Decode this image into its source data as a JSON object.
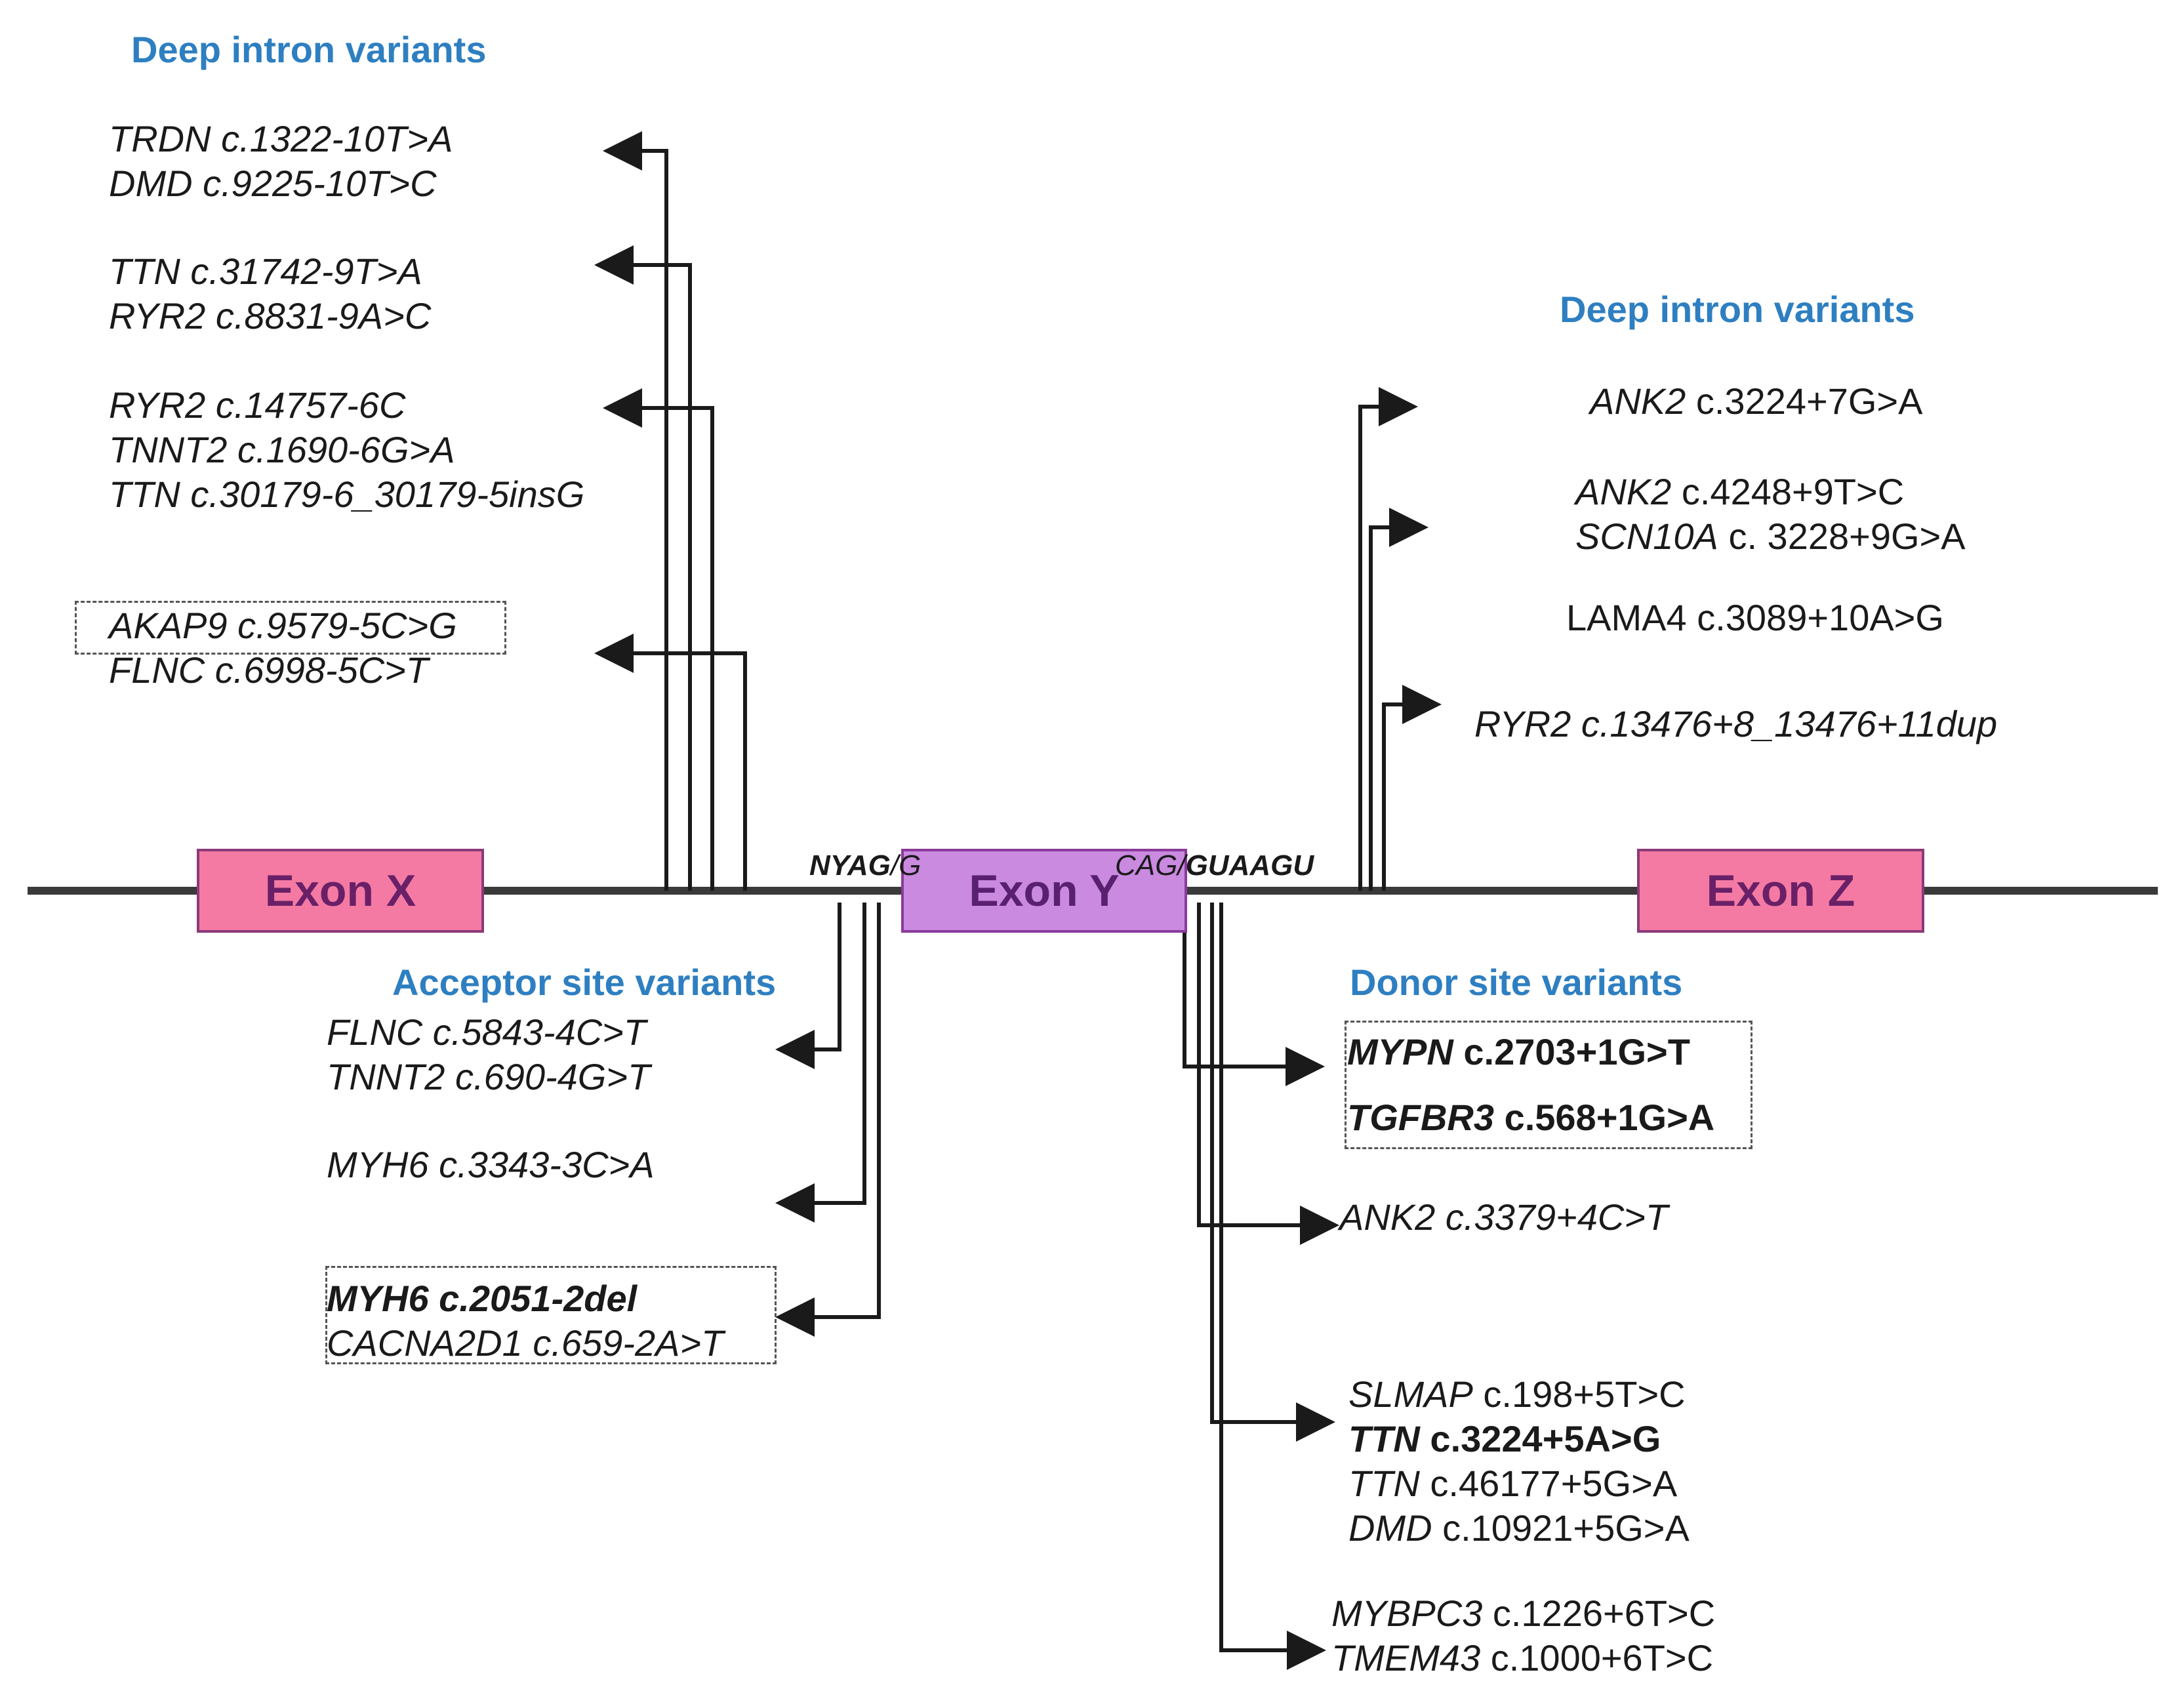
{
  "headings": {
    "deep_left": "Deep intron variants",
    "deep_right": "Deep intron variants",
    "acceptor": "Acceptor site variants",
    "donor": "Donor site variants"
  },
  "exons": {
    "x": "Exon X",
    "y": "Exon Y",
    "z": "Exon Z"
  },
  "splice": {
    "acceptor_bold": "NYAG",
    "acceptor_plain": "/G",
    "donor_plain": "CAG/",
    "donor_bold": "GUAAGU"
  },
  "deep_left_variants": [
    {
      "gene": "TRDN",
      "change": "c.1322-10T>A",
      "style": "it"
    },
    {
      "gene": "DMD",
      "change": "c.9225-10T>C",
      "style": "it"
    },
    {
      "gene": "TTN",
      "change": "c.31742-9T>A",
      "style": "it"
    },
    {
      "gene": "RYR2",
      "change": "c.8831-9A>C",
      "style": "it"
    },
    {
      "gene": "RYR2",
      "change": "c.14757-6C",
      "style": "it"
    },
    {
      "gene": "TNNT2",
      "change": "c.1690-6G>A",
      "style": "it"
    },
    {
      "gene": "TTN",
      "change": "c.30179-6_30179-5insG",
      "style": "it"
    },
    {
      "gene": "AKAP9",
      "change": "c.9579-5C>G",
      "style": "it"
    },
    {
      "gene": "FLNC",
      "change": "c.6998-5C>T",
      "style": "it"
    }
  ],
  "deep_right_variants": [
    {
      "gene": "ANK2",
      "change": "c.3224+7G>A",
      "style": "gene-it"
    },
    {
      "gene": "ANK2",
      "change": "c.4248+9T>C",
      "style": "gene-it"
    },
    {
      "gene": "SCN10A",
      "change": "c. 3228+9G>A",
      "style": "gene-it"
    },
    {
      "gene": "LAMA4",
      "change": "c.3089+10A>G",
      "style": "plain"
    },
    {
      "gene": "RYR2",
      "change": "c.13476+8_13476+11dup",
      "style": "it"
    }
  ],
  "acceptor_variants": [
    {
      "gene": "FLNC",
      "change": "c.5843-4C>T",
      "style": "it"
    },
    {
      "gene": "TNNT2",
      "change": "c.690-4G>T",
      "style": "it"
    },
    {
      "gene": "MYH6",
      "change": "c.3343-3C>A",
      "style": "it"
    },
    {
      "gene": "MYH6",
      "change": "c.2051-2del",
      "style": "it-bold"
    },
    {
      "gene": "CACNA2D1",
      "change": "c.659-2A>T",
      "style": "it"
    }
  ],
  "donor_variants": [
    {
      "gene": "MYPN",
      "change": "c.2703+1G>T",
      "style": "bold-gene-it"
    },
    {
      "gene": "TGFBR3",
      "change": "c.568+1G>A",
      "style": "bold-gene-it"
    },
    {
      "gene": "ANK2",
      "change": "c.3379+4C>T",
      "style": "it"
    },
    {
      "gene": "SLMAP",
      "change": "c.198+5T>C",
      "style": "gene-it"
    },
    {
      "gene": "TTN",
      "change": "c.3224+5A>G",
      "style": "bold-gene-it"
    },
    {
      "gene": "TTN",
      "change": "c.46177+5G>A",
      "style": "gene-it"
    },
    {
      "gene": "DMD",
      "change": "c.10921+5G>A",
      "style": "gene-it"
    },
    {
      "gene": "MYBPC3",
      "change": "c.1226+6T>C",
      "style": "gene-it"
    },
    {
      "gene": "TMEM43",
      "change": "c.1000+6T>C",
      "style": "gene-it"
    }
  ],
  "colors": {
    "heading": "#2e7fc1",
    "exon_pink": "#f47aa4",
    "exon_purple": "#c98ae0",
    "line": "#2b2b2b"
  }
}
